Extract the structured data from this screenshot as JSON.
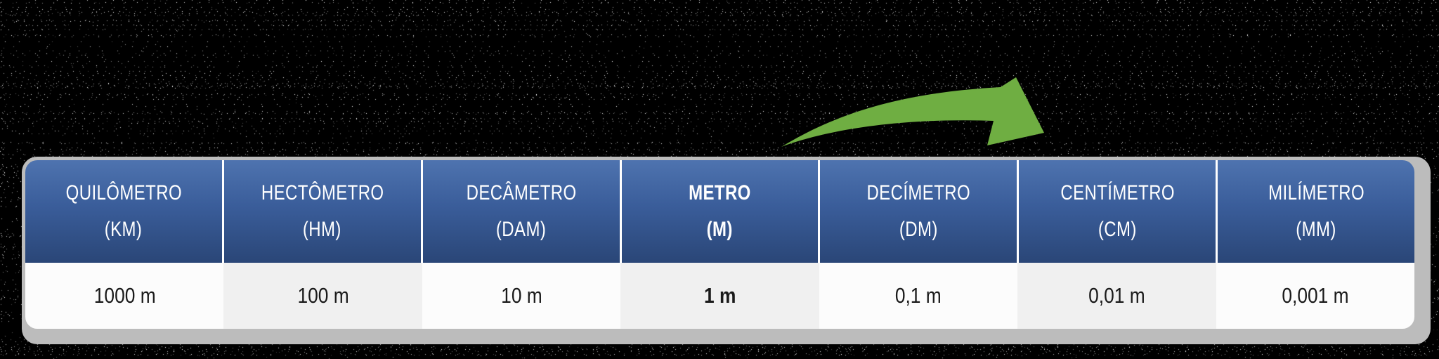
{
  "table": {
    "columns": [
      {
        "name": "QUILÔMETRO",
        "symbol": "(KM)",
        "value": "1000 m",
        "emphasis": false
      },
      {
        "name": "HECTÔMETRO",
        "symbol": "(HM)",
        "value": "100 m",
        "emphasis": false
      },
      {
        "name": "DECÂMETRO",
        "symbol": "(DAM)",
        "value": "10 m",
        "emphasis": false
      },
      {
        "name": "METRO",
        "symbol": "(M)",
        "value": "1 m",
        "emphasis": true
      },
      {
        "name": "DECÍMETRO",
        "symbol": "(DM)",
        "value": "0,1 m",
        "emphasis": false
      },
      {
        "name": "CENTÍMETRO",
        "symbol": "(CM)",
        "value": "0,01 m",
        "emphasis": false
      },
      {
        "name": "MILÍMETRO",
        "symbol": "(MM)",
        "value": "0,001 m",
        "emphasis": false
      }
    ]
  },
  "arrow": {
    "description": "curved swoosh arrow pointing down-right over the units to the right of METRO",
    "color": "#6FAE42"
  },
  "colors": {
    "background": "#000000",
    "card_border": "#bcbcbc",
    "header_gradient_top": "#4e73af",
    "header_gradient_bottom": "#2a4677",
    "header_divider": "#ffffff",
    "header_text": "#ffffff",
    "cell_white": "#fcfcfc",
    "cell_gray": "#f0f0f0",
    "value_text": "#1a1a1a",
    "arrow_green": "#6FAE42"
  }
}
